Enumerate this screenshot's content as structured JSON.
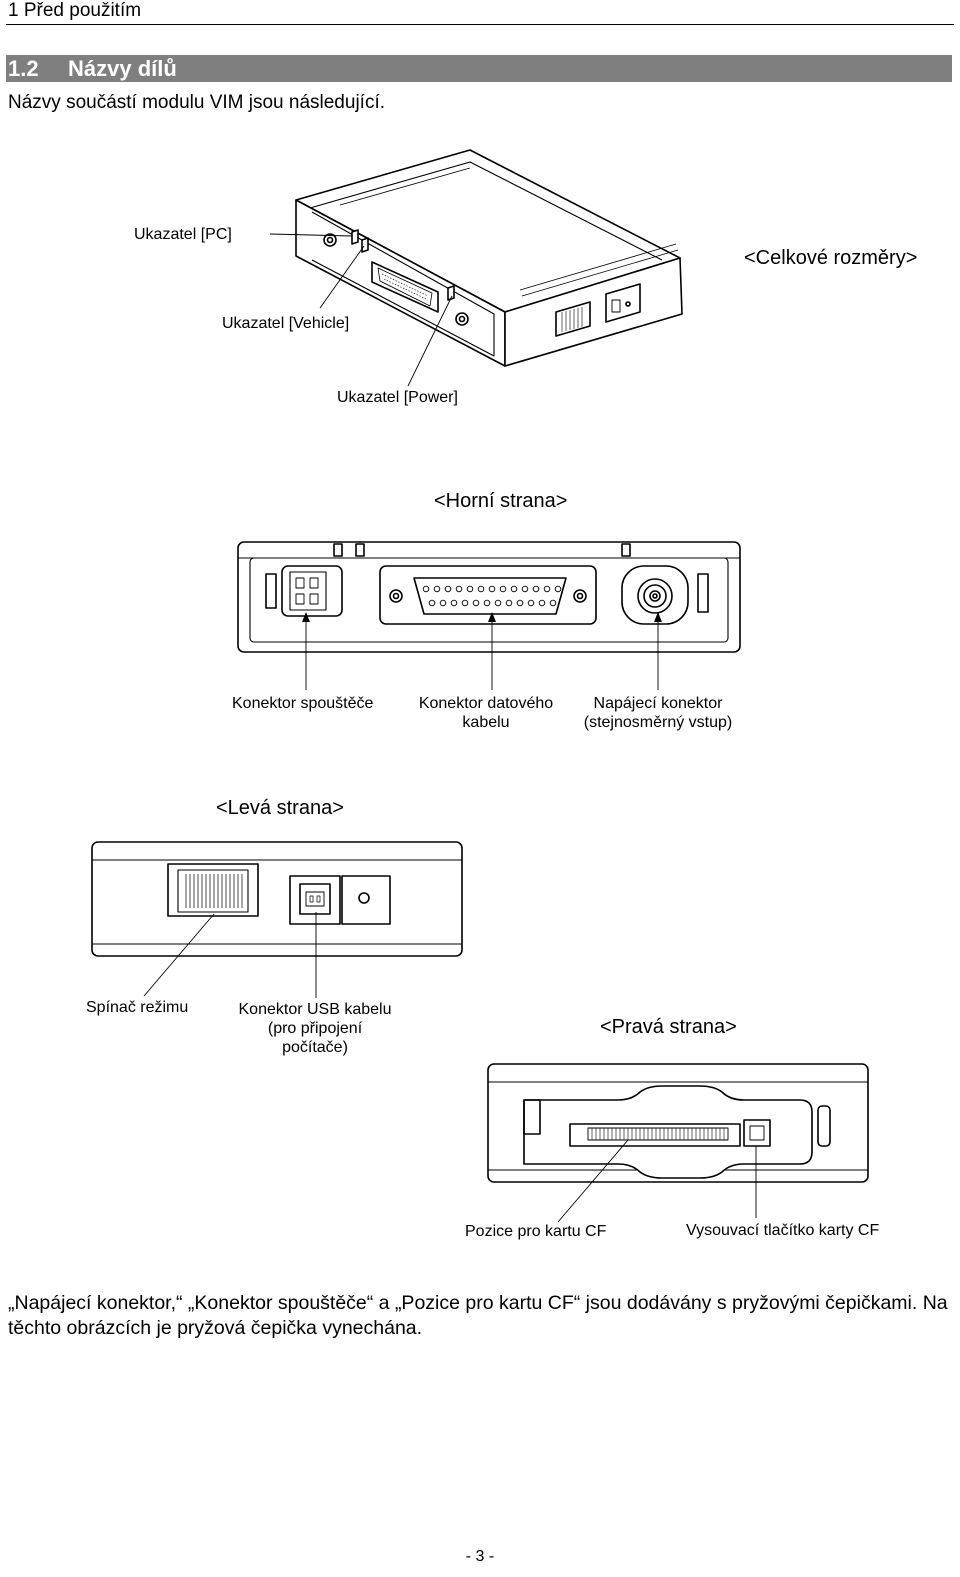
{
  "header": {
    "chapter": "1 Před použitím"
  },
  "section": {
    "number": "1.2",
    "title": "Názvy dílů"
  },
  "intro": "Názvy součástí modulu VIM jsou následující.",
  "overall": {
    "heading": "<Celkové rozměry>",
    "labels": {
      "pc": "Ukazatel [PC]",
      "vehicle": "Ukazatel [Vehicle]",
      "power": "Ukazatel [Power]"
    }
  },
  "top": {
    "heading": "<Horní strana>",
    "labels": {
      "trigger": "Konektor spouštěče",
      "data_line1": "Konektor datového",
      "data_line2": "kabelu",
      "power_line1": "Napájecí konektor",
      "power_line2": "(stejnosměrný vstup)"
    }
  },
  "left": {
    "heading": "<Levá strana>",
    "labels": {
      "mode": "Spínač režimu",
      "usb_line1": "Konektor USB kabelu",
      "usb_line2": "(pro připojení",
      "usb_line3": "počítače)"
    }
  },
  "right": {
    "heading": "<Pravá strana>",
    "labels": {
      "cf_slot": "Pozice pro kartu CF",
      "cf_eject": "Vysouvací tlačítko karty CF"
    }
  },
  "note": "„Napájecí konektor,“ „Konektor spouštěče“ a „Pozice pro kartu CF“ jsou dodávány s pryžovými čepičkami. Na těchto obrázcích je pryžová čepička vynechána.",
  "footer": {
    "page": "- 3 -"
  }
}
